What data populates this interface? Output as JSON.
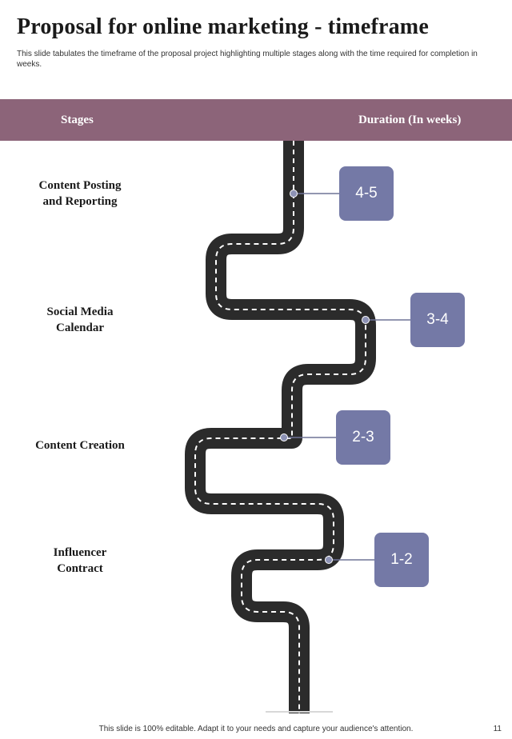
{
  "title": "Proposal for online marketing - timeframe",
  "subtitle": "This slide tabulates the timeframe of the proposal project highlighting multiple stages along with the time required for completion in weeks.",
  "table_header": {
    "stages": "Stages",
    "duration": "Duration (In weeks)"
  },
  "stages": [
    {
      "label": "Content Posting\nand Reporting",
      "duration": "4-5"
    },
    {
      "label": "Social Media\nCalendar",
      "duration": "3-4"
    },
    {
      "label": "Content Creation",
      "duration": "2-3"
    },
    {
      "label": "Influencer\nContract",
      "duration": "1-2"
    }
  ],
  "footer": {
    "note": "This slide is 100% editable. Adapt it to your needs and capture your audience's attention.",
    "page_number": "11"
  },
  "colors": {
    "header_band": "#8c6479",
    "duration_box": "#7479a6",
    "road": "#2b2b2b"
  }
}
